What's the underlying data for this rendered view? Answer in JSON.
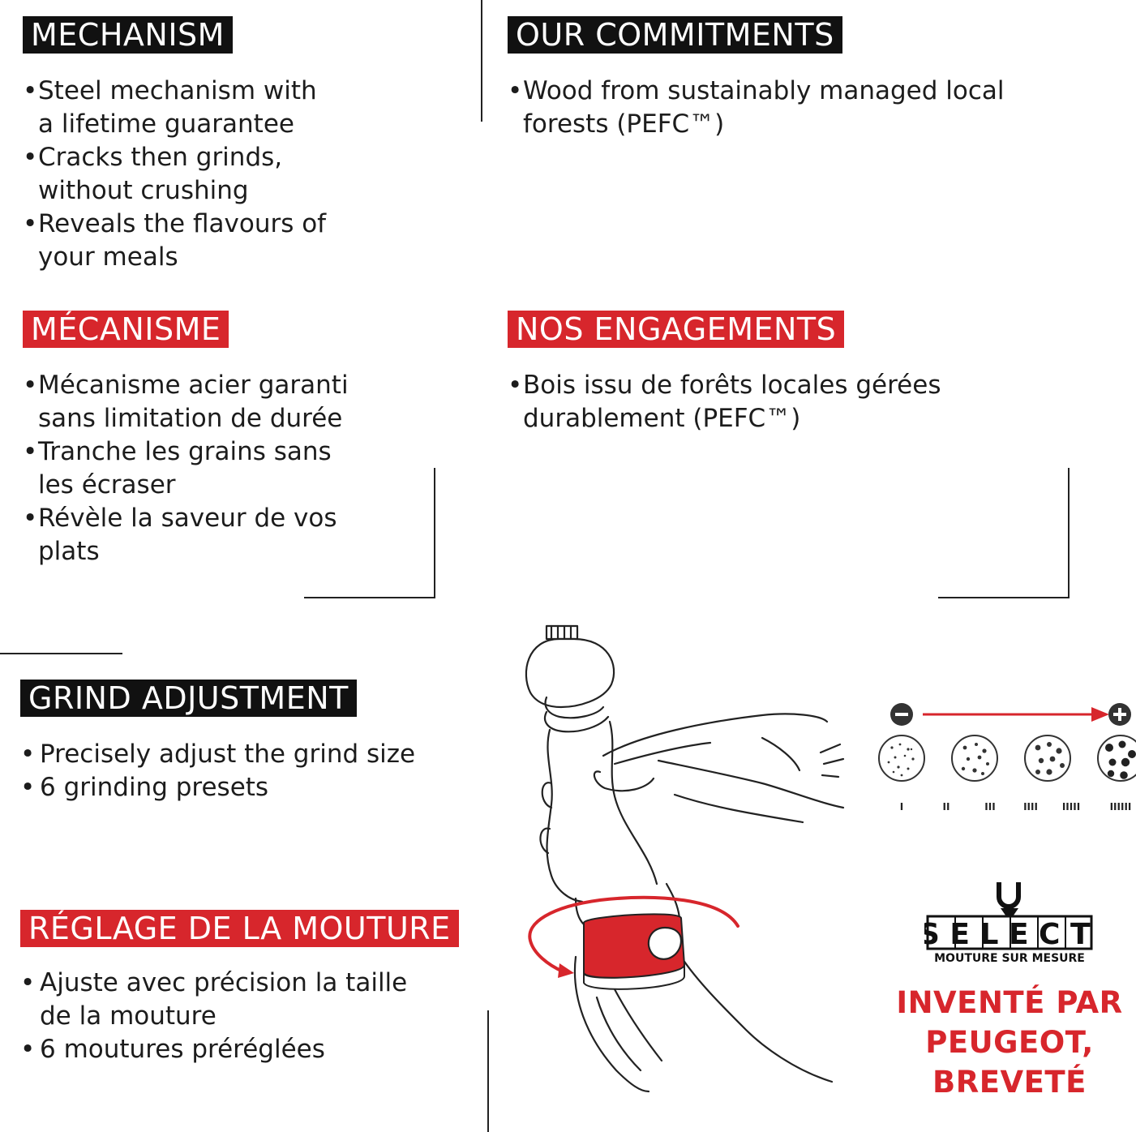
{
  "mechanism": {
    "title": "MECHANISM",
    "bullets": [
      {
        "line1": "Steel mechanism with",
        "line2": "a lifetime guarantee"
      },
      {
        "line1": "Cracks then grinds,",
        "line2": "without crushing"
      },
      {
        "line1": "Reveals the flavours of",
        "line2": "your meals"
      }
    ]
  },
  "commitments": {
    "title": "OUR COMMITMENTS",
    "bullets": [
      {
        "line1": "Wood from sustainably managed local",
        "line2": "forests (PEFC™)"
      }
    ]
  },
  "mecanisme": {
    "title": "MÉCANISME",
    "bullets": [
      {
        "line1": "Mécanisme acier garanti",
        "line2": "sans limitation de durée"
      },
      {
        "line1": "Tranche les grains sans",
        "line2": "les écraser"
      },
      {
        "line1": "Révèle la saveur de vos",
        "line2": "plats"
      }
    ]
  },
  "engagements": {
    "title": "NOS ENGAGEMENTS",
    "bullets": [
      {
        "line1": "Bois issu de forêts locales gérées",
        "line2": "durablement (PEFC™)"
      }
    ]
  },
  "grind": {
    "title": "GRIND ADJUSTMENT",
    "bullets": [
      "Precisely adjust the grind size",
      "6 grinding presets"
    ]
  },
  "reglage": {
    "title": "RÉGLAGE DE LA MOUTURE",
    "bullets": [
      {
        "line1": "Ajuste avec précision la taille",
        "line2": "de la mouture"
      },
      {
        "line1": "6 moutures préréglées",
        "line2": ""
      }
    ]
  },
  "scale": {
    "minus_icon": "minus-circle-icon",
    "plus_icon": "plus-circle-icon",
    "grain_icons": [
      "fine-grain-icon",
      "medium-fine-grain-icon",
      "medium-coarse-grain-icon",
      "coarse-grain-icon"
    ],
    "preset_marks": [
      "I",
      "II",
      "III",
      "IIII",
      "IIIII",
      "IIIIII"
    ]
  },
  "select_logo": {
    "word": "SELECT",
    "subtitle": "MOUTURE SUR MESURE"
  },
  "slogan": {
    "line1": "INVENTÉ PAR",
    "line2": "PEUGEOT,",
    "line3": "BREVETÉ"
  },
  "colors": {
    "accent_red": "#d7262c",
    "header_black": "#111111"
  }
}
